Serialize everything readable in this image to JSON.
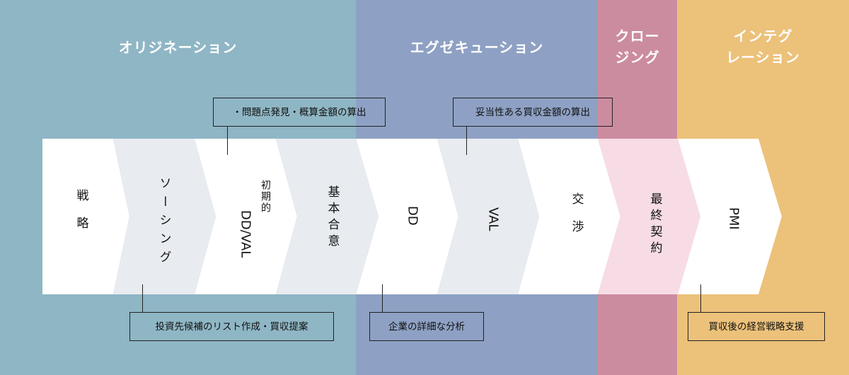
{
  "phases": [
    {
      "title": "オリジネーション",
      "color": "#8fb6c5"
    },
    {
      "title": "エグゼキューション",
      "color": "#8ea1c4"
    },
    {
      "title": "クロー\nジング",
      "line1": "クロー",
      "line2": "ジング",
      "color": "#cc8ca0"
    },
    {
      "title": "インテグ\nレーション",
      "line1": "インテグ",
      "line2": "レーション",
      "color": "#ecc17a"
    }
  ],
  "steps": [
    {
      "label": "戦略",
      "fill": "#ffffff"
    },
    {
      "label": "ソーシング",
      "fill": "#e8ebf0"
    },
    {
      "label_top": "初期的",
      "label_main": "DD/VAL",
      "fill": "#ffffff"
    },
    {
      "label": "基本合意",
      "fill": "#e8ebf0"
    },
    {
      "label": "DD",
      "fill": "#ffffff"
    },
    {
      "label": "VAL",
      "fill": "#e8ebf0"
    },
    {
      "label": "交渉",
      "fill": "#ffffff"
    },
    {
      "label": "最終契約",
      "fill": "#f7dce5"
    },
    {
      "label": "PMI",
      "fill": "#ffffff"
    }
  ],
  "notes": {
    "top": [
      {
        "text": "・問題点発見・概算金額の算出"
      },
      {
        "text": "妥当性ある買収金額の算出"
      }
    ],
    "bottom": [
      {
        "text": "投資先候補のリスト作成・買収提案"
      },
      {
        "text": "企業の詳細な分析"
      },
      {
        "text": "買収後の経営戦略支援"
      }
    ]
  }
}
